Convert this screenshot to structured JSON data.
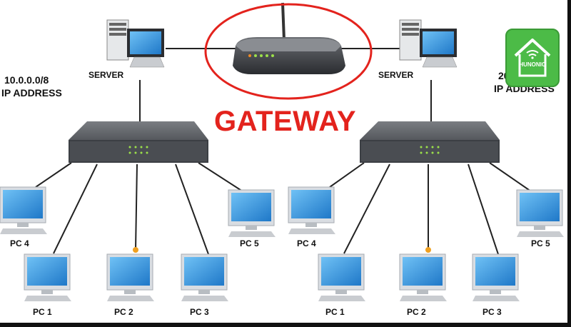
{
  "gateway": {
    "title": "GATEWAY"
  },
  "left_network": {
    "server_label": "SERVER",
    "address": "10.0.0.0/8",
    "address_caption": "IP ADDRESS",
    "pcs": [
      "PC 1",
      "PC 2",
      "PC 3",
      "PC 4",
      "PC 5"
    ]
  },
  "right_network": {
    "server_label": "SERVER",
    "address": "20",
    "address_caption": "IP ADDRESS",
    "pcs": [
      "PC 1",
      "PC 2",
      "PC 3",
      "PC 4",
      "PC 5"
    ]
  },
  "logo": {
    "text": "HUNONIC",
    "icon": "home-wifi-icon"
  },
  "colors": {
    "gateway_red": "#e3231d",
    "switch_body": "#4a4d52",
    "monitor_frame": "#d9dde2",
    "screen_blue": "#2f8fd8",
    "logo_green": "#4cbb47",
    "link_dot": "#f0a020"
  }
}
